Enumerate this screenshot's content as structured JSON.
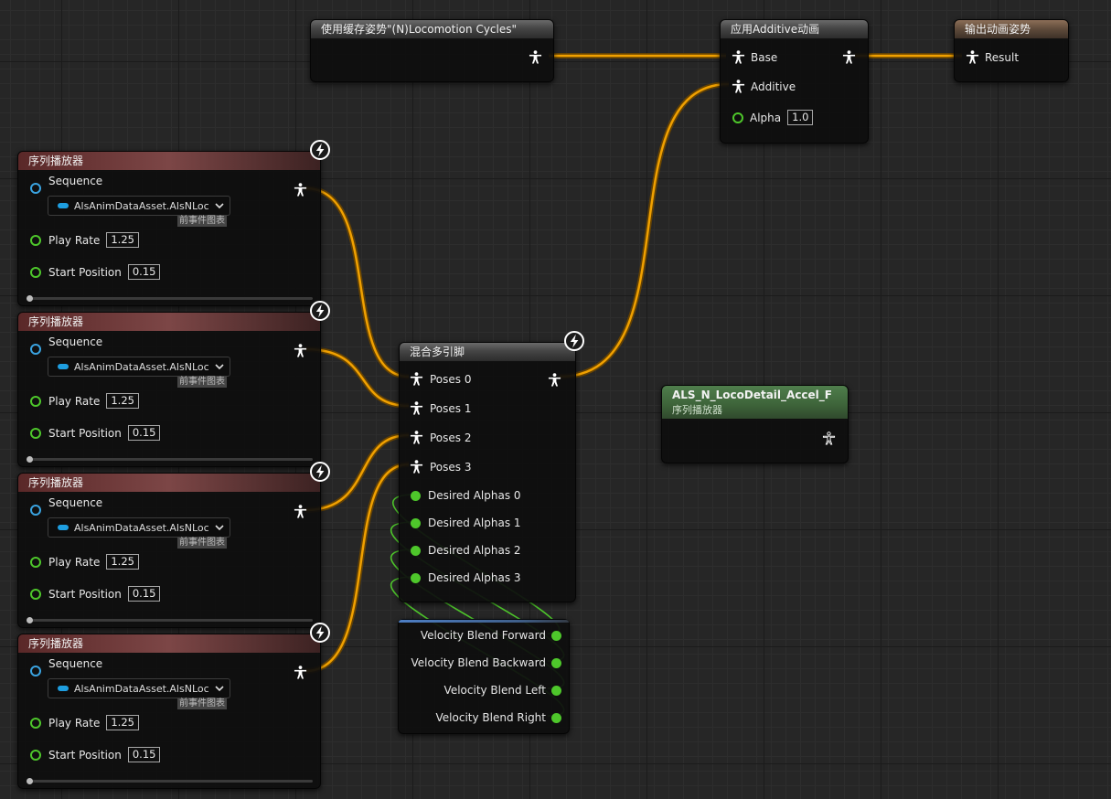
{
  "nodes": {
    "cached_pose": {
      "title": "使用缓存姿势\"(N)Locomotion Cycles\""
    },
    "apply_additive": {
      "title": "应用Additive动画",
      "pins": {
        "base": "Base",
        "additive": "Additive",
        "alpha": "Alpha"
      },
      "alpha_value": "1.0"
    },
    "output_pose": {
      "title": "输出动画姿势",
      "pins": {
        "result": "Result"
      }
    },
    "sequence_players": [
      {
        "title": "序列播放器",
        "sequence_label": "Sequence",
        "sequence_value": "AlsAnimDataAsset.AlsNLoco",
        "tag": "前事件图表",
        "play_rate_label": "Play Rate",
        "play_rate": "1.25",
        "start_position_label": "Start Position",
        "start_position": "0.15"
      },
      {
        "title": "序列播放器",
        "sequence_label": "Sequence",
        "sequence_value": "AlsAnimDataAsset.AlsNLoco",
        "tag": "前事件图表",
        "play_rate_label": "Play Rate",
        "play_rate": "1.25",
        "start_position_label": "Start Position",
        "start_position": "0.15"
      },
      {
        "title": "序列播放器",
        "sequence_label": "Sequence",
        "sequence_value": "AlsAnimDataAsset.AlsNLoco",
        "tag": "前事件图表",
        "play_rate_label": "Play Rate",
        "play_rate": "1.25",
        "start_position_label": "Start Position",
        "start_position": "0.15"
      },
      {
        "title": "序列播放器",
        "sequence_label": "Sequence",
        "sequence_value": "AlsAnimDataAsset.AlsNLoco",
        "tag": "前事件图表",
        "play_rate_label": "Play Rate",
        "play_rate": "1.25",
        "start_position_label": "Start Position",
        "start_position": "0.15"
      }
    ],
    "blend_multi": {
      "title": "混合多引脚",
      "poses": [
        "Poses 0",
        "Poses 1",
        "Poses 2",
        "Poses 3"
      ],
      "alphas": [
        "Desired Alphas 0",
        "Desired Alphas 1",
        "Desired Alphas 2",
        "Desired Alphas 3"
      ]
    },
    "velocity_blend": {
      "pins": [
        "Velocity Blend Forward",
        "Velocity Blend Backward",
        "Velocity Blend Left",
        "Velocity Blend Right"
      ]
    },
    "loco_detail": {
      "title": "ALS_N_LocoDetail_Accel_F",
      "subtitle": "序列播放器"
    }
  },
  "colors": {
    "pose_wire": "#f0a000",
    "float_wire": "#4ec72b",
    "bolt_icon": "#ffffff"
  },
  "icons": {
    "pose_pin": "person-icon",
    "fast_path": "lightning-bolt-icon"
  }
}
